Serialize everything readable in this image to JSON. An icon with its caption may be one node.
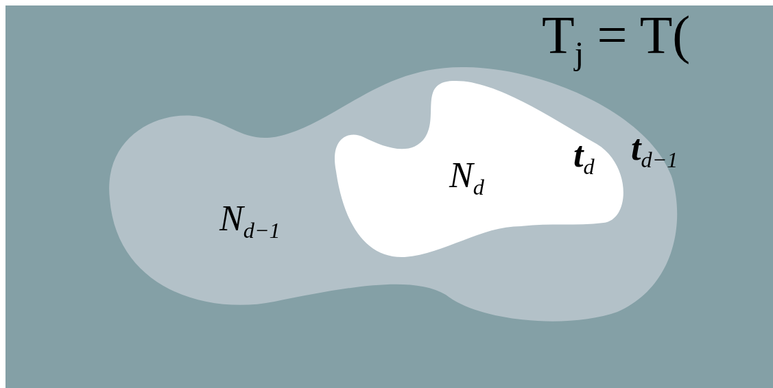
{
  "diagram": {
    "nodes": [
      {
        "text": [
          "N$_{d−1}$"
        ]
      },
      {
        "text": [
          "N$_{d}$"
        ],
        "in": 0
      }
    ],
    "edges": [],
    "labels": [
      "T$_{j}$ = T(",
      "**t**$_{d}$",
      "**t**$_{d−1}$"
    ]
  }
}
